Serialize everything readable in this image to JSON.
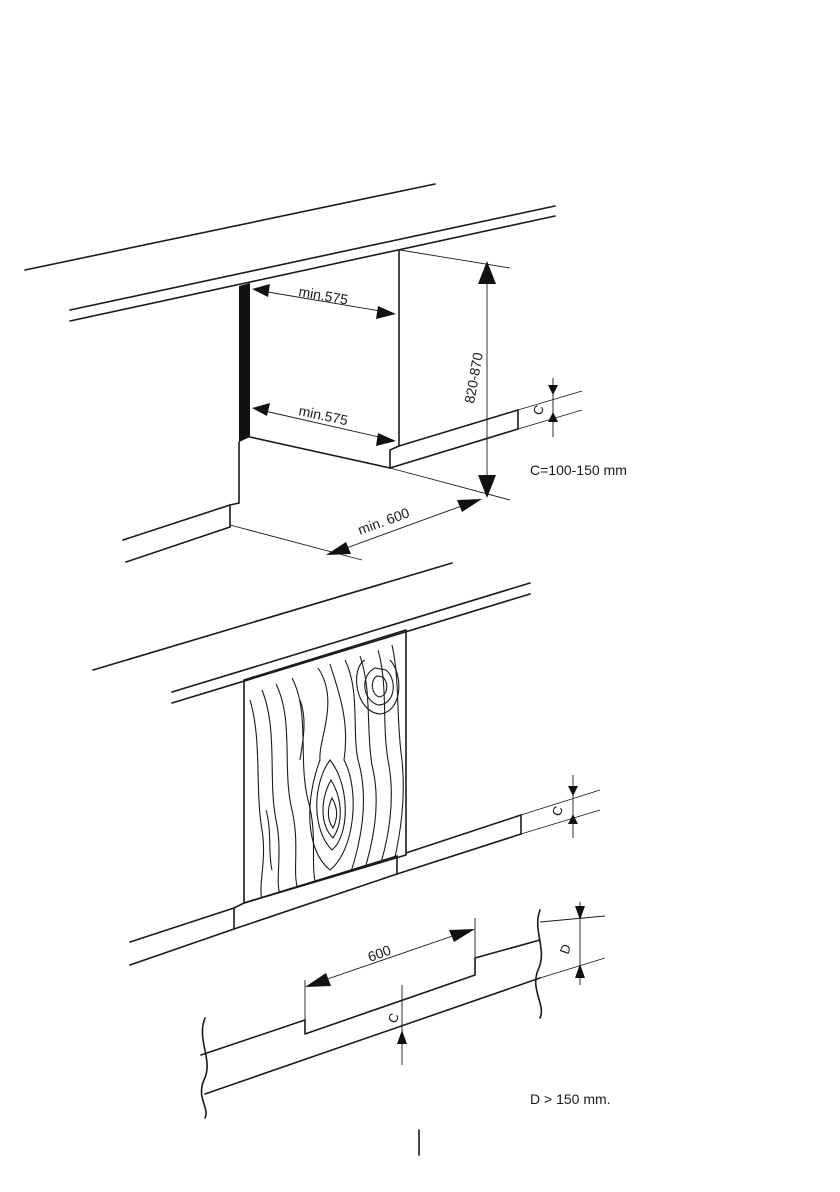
{
  "labels": {
    "width_top": "min.575",
    "width_bottom": "min.575",
    "height": "820-870",
    "depth": "min. 600",
    "c_top": "C",
    "c_formula": "C=100-150 mm",
    "c_mid": "C",
    "width_600": "600",
    "c_bottom": "C",
    "d_label": "D",
    "d_formula": "D > 150 mm."
  },
  "colors": {
    "line": "#1a1a1a",
    "fill": "#111111",
    "background": "#ffffff"
  }
}
